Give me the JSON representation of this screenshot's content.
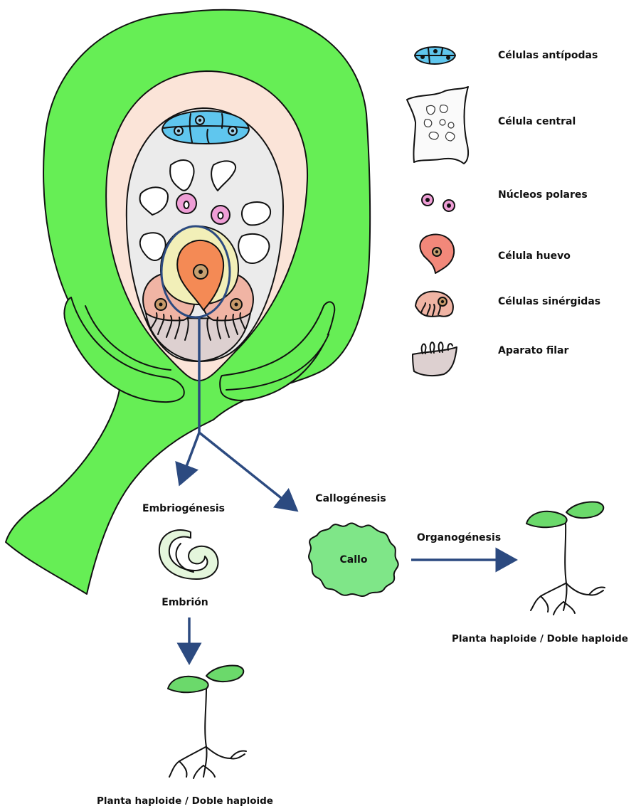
{
  "legend": {
    "antipodas": "Células antípodas",
    "central": "Célula central",
    "polares": "Núcleos polares",
    "huevo": "Célula huevo",
    "sinergidas": "Células sinérgidas",
    "filar": "Aparato filar"
  },
  "flow": {
    "embriogenesis": "Embriogénesis",
    "embrion": "Embrión",
    "callogenesis": "Callogénesis",
    "callo": "Callo",
    "organogenesis": "Organogénesis",
    "planta_left": "Planta haploide / Doble haploide",
    "planta_right": "Planta haploide / Doble haploide"
  },
  "colors": {
    "integument": "#66ee55",
    "nucellus": "#fbe4d8",
    "central_cell": "#ebebeb",
    "antipodal": "#5fc6ee",
    "polar_nucleus": "#ef9ed6",
    "egg": "#f48a55",
    "synergid": "#f0b4a4",
    "filiform": "#ddd0d0",
    "callus": "#7fe688",
    "embryo": "#e4f6dc",
    "arrow": "#2c4a80",
    "leaf": "#6bd96b"
  },
  "icons": [
    "ovule-illustration",
    "antipodal-cells-icon",
    "central-cell-icon",
    "polar-nuclei-icon",
    "egg-cell-icon",
    "synergid-cells-icon",
    "filiform-apparatus-icon",
    "embryo-icon",
    "callus-icon",
    "plantlet-icon"
  ]
}
